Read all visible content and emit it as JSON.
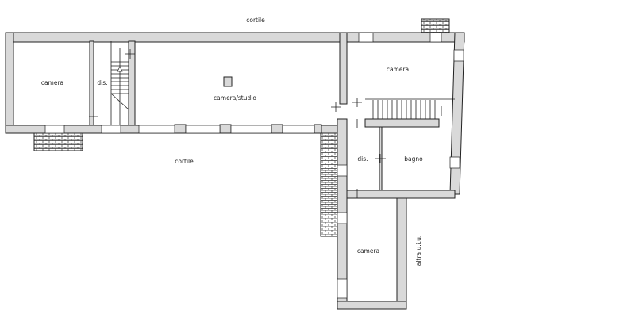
{
  "plan": {
    "courtyard_top": "cortile",
    "courtyard_bottom": "cortile",
    "rooms": {
      "camera_left": "camera",
      "dis_left": "dis.",
      "camera_studio": "camera/studio",
      "camera_top_right": "camera",
      "dis_right": "dis.",
      "bagno": "bagno",
      "camera_bottom": "camera"
    },
    "neighbor_unit": "altra u.i.u."
  },
  "colors": {
    "wall": "#d9d9d9",
    "line": "#222222"
  }
}
